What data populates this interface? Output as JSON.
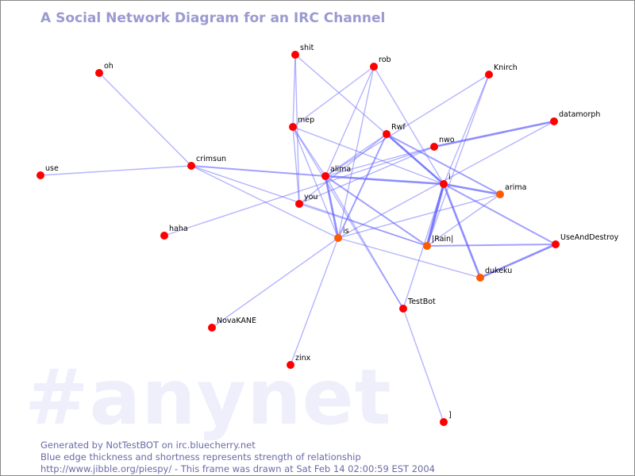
{
  "channel_watermark": "#anynet",
  "title": "A Social Network Diagram for an IRC Channel",
  "footer": {
    "line1": "Generated by NotTestBOT on irc.bluecherry.net",
    "line2": "Blue edge thickness and shortness represents strength of relationship",
    "line3": "http://www.jibble.org/piespy/ - This frame was drawn at Sat Feb 14 02:00:59 EST 2004"
  },
  "colors": {
    "node": "#ff0000",
    "node_recent": "#ff5a00",
    "edge": "#6060ff",
    "title": "#9a9ad0",
    "watermark": "#efeffc"
  },
  "nodes": [
    "oh",
    "shit",
    "rob",
    "Knirch",
    "datamorph",
    "mep",
    "Rwf",
    "nwo",
    "crimsun",
    "use",
    "alima",
    "i",
    "arima",
    "you",
    "haha",
    "is",
    "|Rain|",
    "UseAndDestroy",
    "dukeku",
    "TestBot",
    "NovaKANE",
    "zinx",
    "]"
  ],
  "edges": [
    [
      "oh",
      "crimsun",
      1
    ],
    [
      "use",
      "crimsun",
      1
    ],
    [
      "crimsun",
      "alima",
      2
    ],
    [
      "crimsun",
      "is",
      1
    ],
    [
      "crimsun",
      "|Rain|",
      1
    ],
    [
      "haha",
      "nwo",
      1
    ],
    [
      "shit",
      "you",
      1
    ],
    [
      "shit",
      "i",
      1
    ],
    [
      "shit",
      "mep",
      1
    ],
    [
      "rob",
      "mep",
      1
    ],
    [
      "rob",
      "alima",
      1
    ],
    [
      "rob",
      "is",
      1
    ],
    [
      "rob",
      "i",
      1
    ],
    [
      "Knirch",
      "i",
      1
    ],
    [
      "Knirch",
      "alima",
      1
    ],
    [
      "Knirch",
      "|Rain|",
      1
    ],
    [
      "datamorph",
      "nwo",
      3
    ],
    [
      "datamorph",
      "is",
      1
    ],
    [
      "mep",
      "alima",
      1
    ],
    [
      "mep",
      "you",
      1
    ],
    [
      "mep",
      "is",
      1
    ],
    [
      "mep",
      "i",
      1
    ],
    [
      "mep",
      "TestBot",
      1
    ],
    [
      "Rwf",
      "alima",
      1
    ],
    [
      "Rwf",
      "you",
      1
    ],
    [
      "Rwf",
      "is",
      2
    ],
    [
      "Rwf",
      "i",
      3
    ],
    [
      "Rwf",
      "arima",
      2
    ],
    [
      "nwo",
      "alima",
      1
    ],
    [
      "nwo",
      "you",
      1
    ],
    [
      "alima",
      "i",
      3
    ],
    [
      "alima",
      "is",
      3
    ],
    [
      "alima",
      "|Rain|",
      2
    ],
    [
      "alima",
      "TestBot",
      1
    ],
    [
      "i",
      "arima",
      3
    ],
    [
      "i",
      "|Rain|",
      4
    ],
    [
      "i",
      "dukeku",
      3
    ],
    [
      "i",
      "UseAndDestroy",
      2
    ],
    [
      "i",
      "TestBot",
      1
    ],
    [
      "arima",
      "|Rain|",
      1
    ],
    [
      "arima",
      "is",
      1
    ],
    [
      "|Rain|",
      "UseAndDestroy",
      2
    ],
    [
      "UseAndDestroy",
      "dukeku",
      3
    ],
    [
      "is",
      "dukeku",
      1
    ],
    [
      "is",
      "NovaKANE",
      1
    ],
    [
      "is",
      "zinx",
      1
    ],
    [
      "you",
      "|Rain|",
      1
    ],
    [
      "TestBot",
      "]",
      1
    ]
  ]
}
